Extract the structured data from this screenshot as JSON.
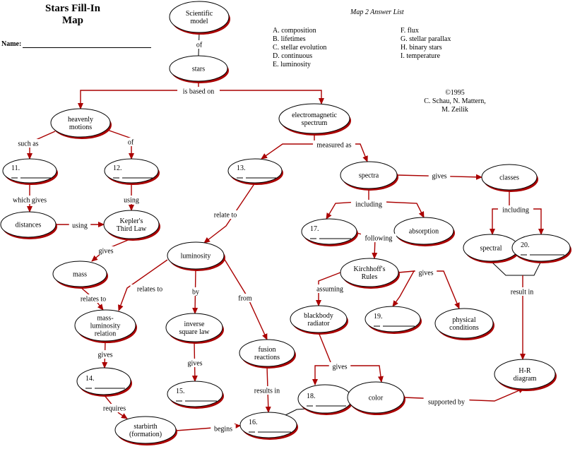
{
  "header": {
    "title_line1": "Stars Fill-In",
    "title_line2": "Map",
    "name_label": "Name:"
  },
  "answer_list": {
    "title": "Map 2 Answer List",
    "left": [
      "A. composition",
      "B. lifetimes",
      "C. stellar evolution",
      "D. continuous",
      "E. luminosity"
    ],
    "right": [
      "F. flux",
      "G. stellar parallax",
      "H. binary stars",
      "I. temperature"
    ]
  },
  "credits": {
    "line1": "©1995",
    "line2": "C. Schau, N. Mattern,",
    "line3": "M. Zeilik"
  },
  "colors": {
    "node_fill": "#ffffff",
    "node_shadow": "#aa0000",
    "arrow": "#aa0000",
    "line": "#000000"
  },
  "nodes": {
    "scientific_model": [
      "Scientific",
      "model"
    ],
    "stars": [
      "stars"
    ],
    "heavenly_motions": [
      "heavenly",
      "motions"
    ],
    "em_spectrum": [
      "electromagnetic",
      "spectrum"
    ],
    "n11": [
      "11."
    ],
    "n12": [
      "12."
    ],
    "n13": [
      "13."
    ],
    "spectra": [
      "spectra"
    ],
    "classes": [
      "classes"
    ],
    "distances": [
      "distances"
    ],
    "keplers": [
      "Kepler's",
      "Third Law"
    ],
    "n17": [
      "17."
    ],
    "absorption": [
      "absorption"
    ],
    "spectral": [
      "spectral"
    ],
    "n20": [
      "20."
    ],
    "mass": [
      "mass"
    ],
    "luminosity": [
      "luminosity"
    ],
    "kirchhoff": [
      "Kirchhoff's",
      "Rules"
    ],
    "blackbody": [
      "blackbody",
      "radiator"
    ],
    "n19": [
      "19."
    ],
    "physical_conditions": [
      "physical",
      "conditions"
    ],
    "mass_luminosity": [
      "mass-",
      "luminosity",
      "relation"
    ],
    "inverse_square": [
      "inverse",
      "square law"
    ],
    "fusion": [
      "fusion",
      "reactions"
    ],
    "n14": [
      "14."
    ],
    "hr_diagram": [
      "H-R",
      "diagram"
    ],
    "n15": [
      "15."
    ],
    "n18": [
      "18."
    ],
    "color": [
      "color"
    ],
    "starbirth": [
      "starbirth",
      "(formation)"
    ],
    "n16": [
      "16."
    ]
  },
  "links": {
    "of_1": "of",
    "is_based_on": "is based on",
    "such_as": "such as",
    "of_2": "of",
    "measured_as": "measured as",
    "gives_1": "gives",
    "which_gives": "which gives",
    "using_1": "using",
    "using_2": "using",
    "relate_to": "relate to",
    "including_1": "including",
    "including_2": "including",
    "following": "following",
    "gives_2": "gives",
    "gives_3": "gives",
    "relates_to_1": "relates to",
    "relates_to_2": "relates to",
    "by": "by",
    "from": "from",
    "assuming": "assuming",
    "result_in": "result in",
    "gives_4": "gives",
    "gives_5": "gives",
    "gives_6": "gives",
    "results_in": "results in",
    "requires": "requires",
    "supported_by": "supported by",
    "begins": "begins"
  }
}
